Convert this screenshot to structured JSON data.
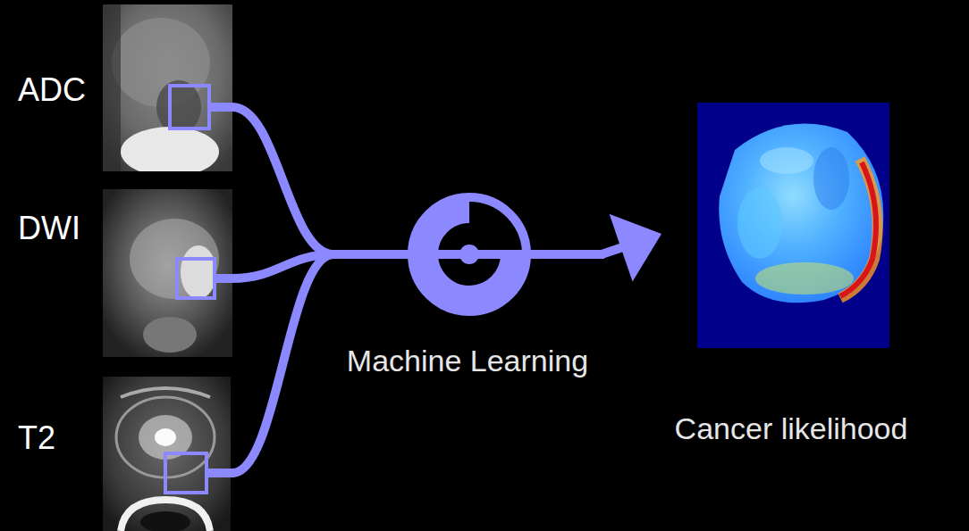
{
  "diagram": {
    "nodes": [
      {
        "text": [
          "ADC"
        ]
      },
      {
        "text": [
          "DWI"
        ]
      },
      {
        "text": [
          "T2"
        ]
      },
      {
        "text": [
          "Machine Learning"
        ]
      },
      {
        "text": [
          "Cancer likelihood"
        ]
      }
    ],
    "edges": [
      {
        "from": 0,
        "to": 3,
        "arrow": "none"
      },
      {
        "from": 1,
        "to": 3,
        "arrow": "none"
      },
      {
        "from": 2,
        "to": 3,
        "arrow": "none"
      },
      {
        "from": 3,
        "to": 4,
        "arrow": "to"
      }
    ]
  }
}
